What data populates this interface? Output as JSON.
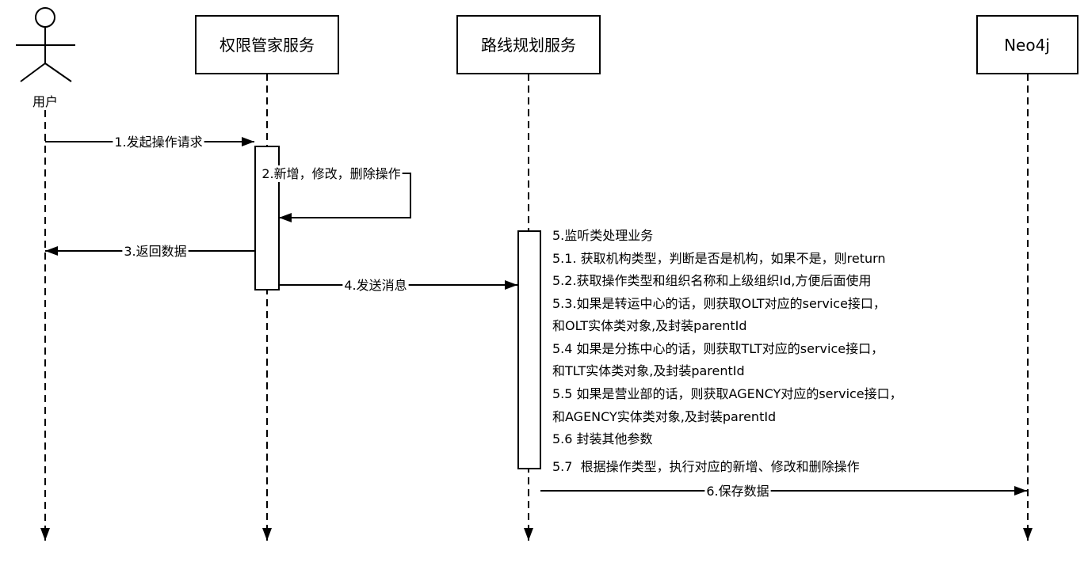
{
  "diagram": {
    "colors": {
      "stroke": "#000000",
      "fill": "#ffffff"
    },
    "actor": {
      "icon": "stick-figure-icon",
      "label": "用户"
    },
    "participants": [
      {
        "label": "权限管家服务"
      },
      {
        "label": "路线规划服务"
      },
      {
        "label": "Neo4j"
      }
    ],
    "messages": [
      {
        "label": "1.发起操作请求"
      },
      {
        "label": "2.新增，修改，删除操作"
      },
      {
        "label": "3.返回数据"
      },
      {
        "label": "4.发送消息"
      },
      {
        "label": "6.保存数据"
      }
    ],
    "note": {
      "lines": [
        "5.监听类处理业务",
        "5.1. 获取机构类型，判断是否是机构，如果不是，则return",
        "5.2.获取操作类型和组织名称和上级组织Id,方便后面使用",
        "5.3.如果是转运中心的话，则获取OLT对应的service接口，",
        "和OLT实体类对象,及封装parentId",
        "5.4 如果是分拣中心的话，则获取TLT对应的service接口，",
        "和TLT实体类对象,及封装parentId",
        "5.5 如果是营业部的话，则获取AGENCY对应的service接口，",
        "和AGENCY实体类对象,及封装parentId",
        "5.6 封装其他参数",
        "5.7  根据操作类型，执行对应的新增、修改和删除操作"
      ]
    }
  }
}
